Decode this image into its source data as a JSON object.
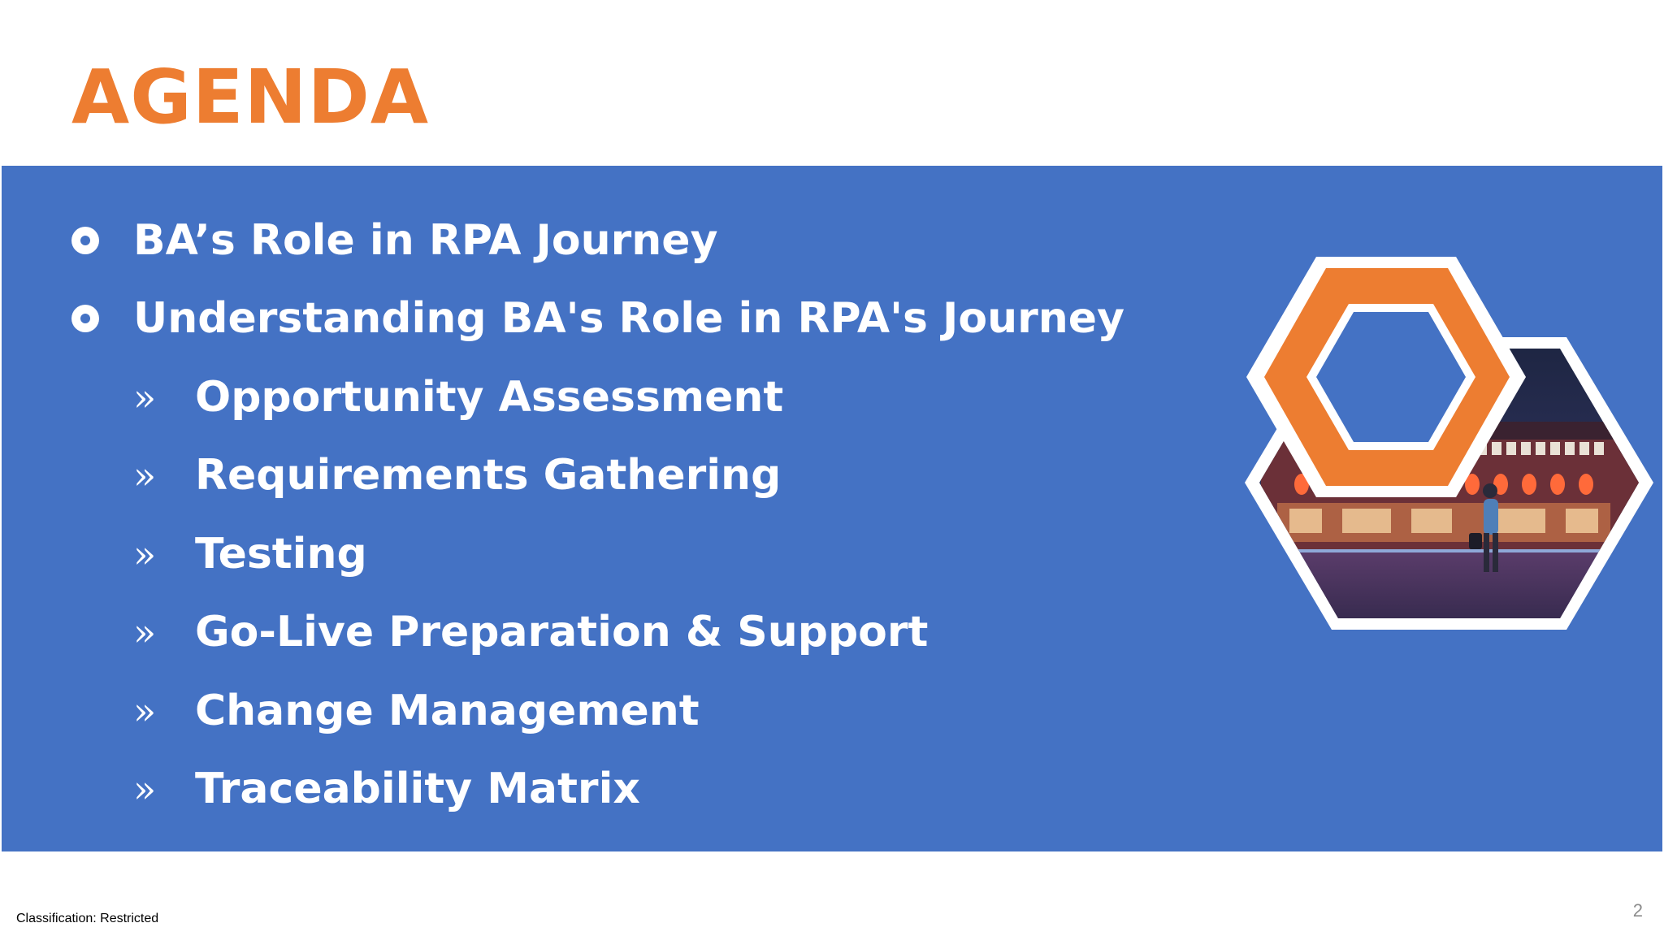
{
  "slide": {
    "title": "AGENDA",
    "agenda": [
      {
        "bullet": "circle",
        "text": "BA’s Role in RPA Journey"
      },
      {
        "bullet": "circle",
        "text": "Understanding BA's Role in RPA's Journey"
      },
      {
        "bullet": "»",
        "text": "Opportunity Assessment"
      },
      {
        "bullet": "»",
        "text": "Requirements Gathering"
      },
      {
        "bullet": "»",
        "text": "Testing"
      },
      {
        "bullet": "»",
        "text": "Go-Live Preparation & Support"
      },
      {
        "bullet": "»",
        "text": "Change Management"
      },
      {
        "bullet": "»",
        "text": "Traceability Matrix"
      }
    ],
    "graphic": {
      "icon": "hexagon-photo-icon",
      "description_colors": {
        "ring": "#ED7D31",
        "outline": "#ffffff"
      }
    },
    "footer": {
      "classification": "Classification: Restricted",
      "page_number": "2"
    }
  },
  "colors": {
    "accent": "#ED7D31",
    "band": "#4472C4",
    "text_on_band": "#ffffff"
  }
}
